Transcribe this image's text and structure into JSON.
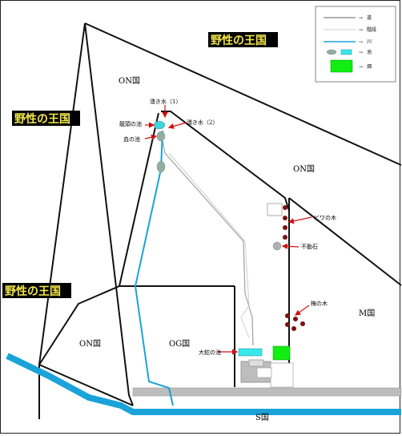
{
  "regions": {
    "on_top": "ON国",
    "on_right": "ON国",
    "on_bottom_left": "ON国",
    "og": "OG国",
    "m": "M国",
    "s": "S国"
  },
  "kingdoms": {
    "top": "野性の王国",
    "left_upper": "野性の王国",
    "left_lower": "野性の王国"
  },
  "labels": {
    "spring1": "湧き水（1）",
    "spring2": "湧き水（2）",
    "dragon_pond": "龍頭の池",
    "blood_pond": "血の池",
    "loquat": "ビワの木",
    "fudo_stone": "不動石",
    "plum": "梅の木",
    "serpent_pond": "大蛇の池"
  },
  "legend": {
    "road": "道",
    "stairs": "階段",
    "river": "川",
    "pond": "池",
    "field": "畑"
  },
  "colors": {
    "river": "#1aa3d9",
    "pond": "#38e8ec",
    "field": "#11ee11",
    "tree": "#7a1010",
    "pointer": "#d11010",
    "kingdom_bg": "#000000",
    "kingdom_text": "#f4e84a",
    "road": "#bdbdbd"
  }
}
